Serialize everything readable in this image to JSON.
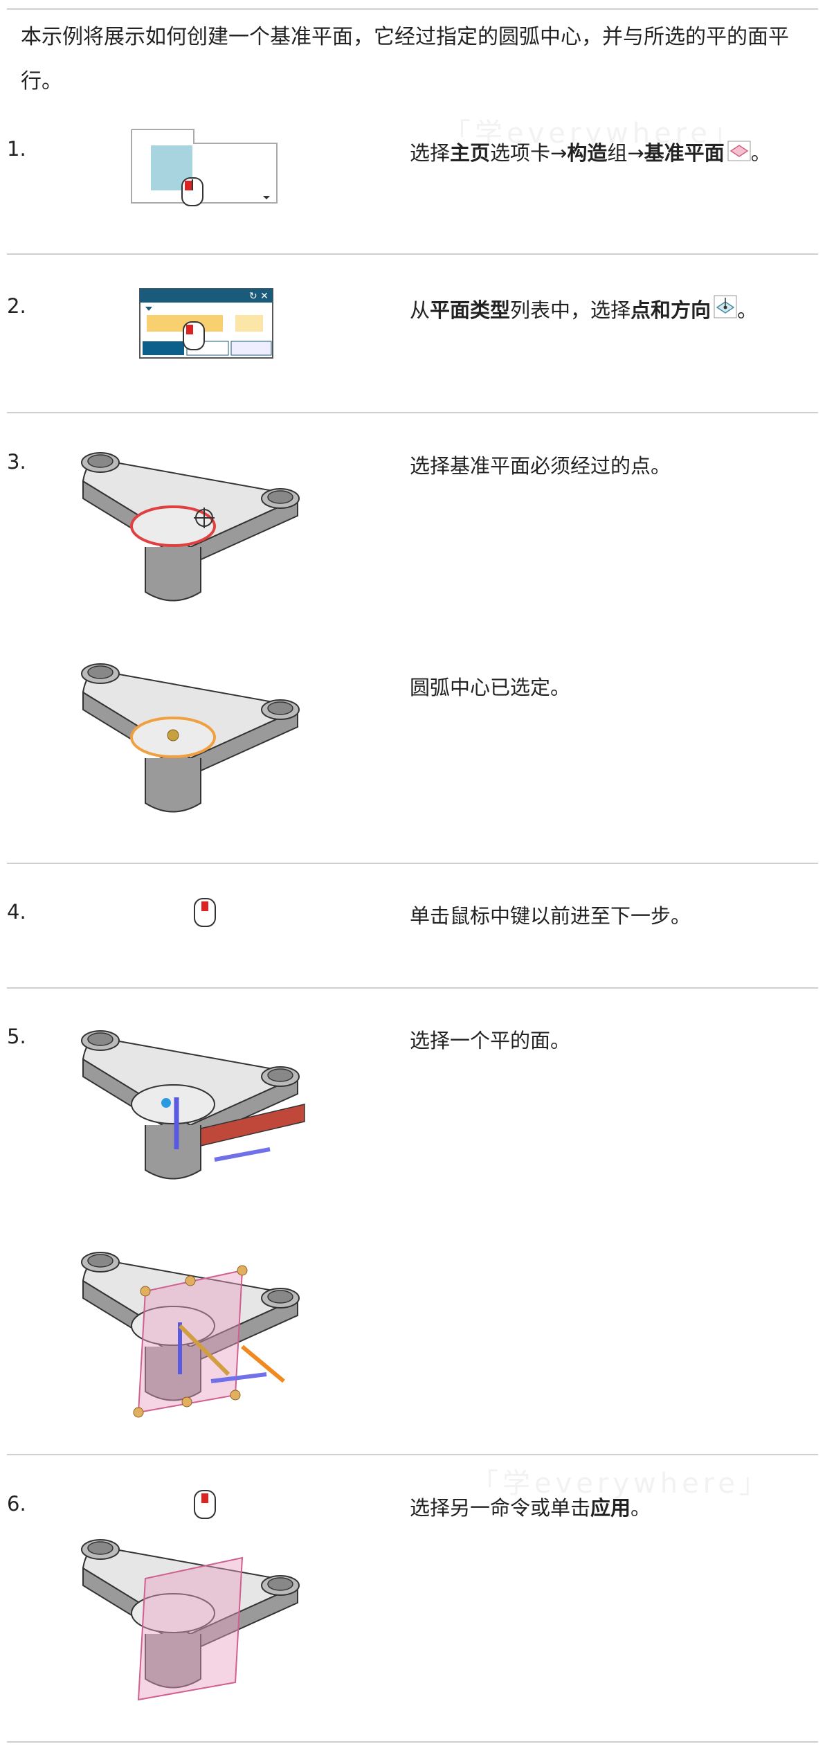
{
  "intro": "本示例将展示如何创建一个基准平面，它经过指定的圆弧中心，并与所选的平的面平行。",
  "watermark": "「学everywhere」",
  "steps": [
    {
      "num": "1.",
      "parts": [
        {
          "t": "选择"
        },
        {
          "t": "主页",
          "b": 1
        },
        {
          "t": "选项卡→"
        },
        {
          "t": "构造",
          "b": 1
        },
        {
          "t": "组→"
        },
        {
          "t": "基准平面",
          "b": 1
        }
      ],
      "after": "。",
      "icon": "datum-plane-icon"
    },
    {
      "num": "2.",
      "parts": [
        {
          "t": "从"
        },
        {
          "t": "平面类型",
          "b": 1
        },
        {
          "t": "列表中，选择"
        },
        {
          "t": "点和方向",
          "b": 1
        }
      ],
      "after": "。",
      "icon": "point-direction-icon"
    },
    {
      "num": "3.",
      "parts": [
        {
          "t": "选择基准平面必须经过的点。"
        }
      ]
    },
    {
      "num": "",
      "parts": [
        {
          "t": "圆弧中心已选定。"
        }
      ]
    },
    {
      "num": "4.",
      "parts": [
        {
          "t": "单击鼠标中键以前进至下一步。"
        }
      ]
    },
    {
      "num": "5.",
      "parts": [
        {
          "t": "选择一个平的面。"
        }
      ]
    },
    {
      "num": "6.",
      "parts": [
        {
          "t": "选择另一命令或单击"
        },
        {
          "t": "应用",
          "b": 1
        },
        {
          "t": "。"
        }
      ]
    }
  ],
  "colors": {
    "divider": "#cfcfcf",
    "arc_selected": "#e04040",
    "arc_center": "#f0a040",
    "plane": "#e8a0c0",
    "body": "#e6e6e6"
  }
}
